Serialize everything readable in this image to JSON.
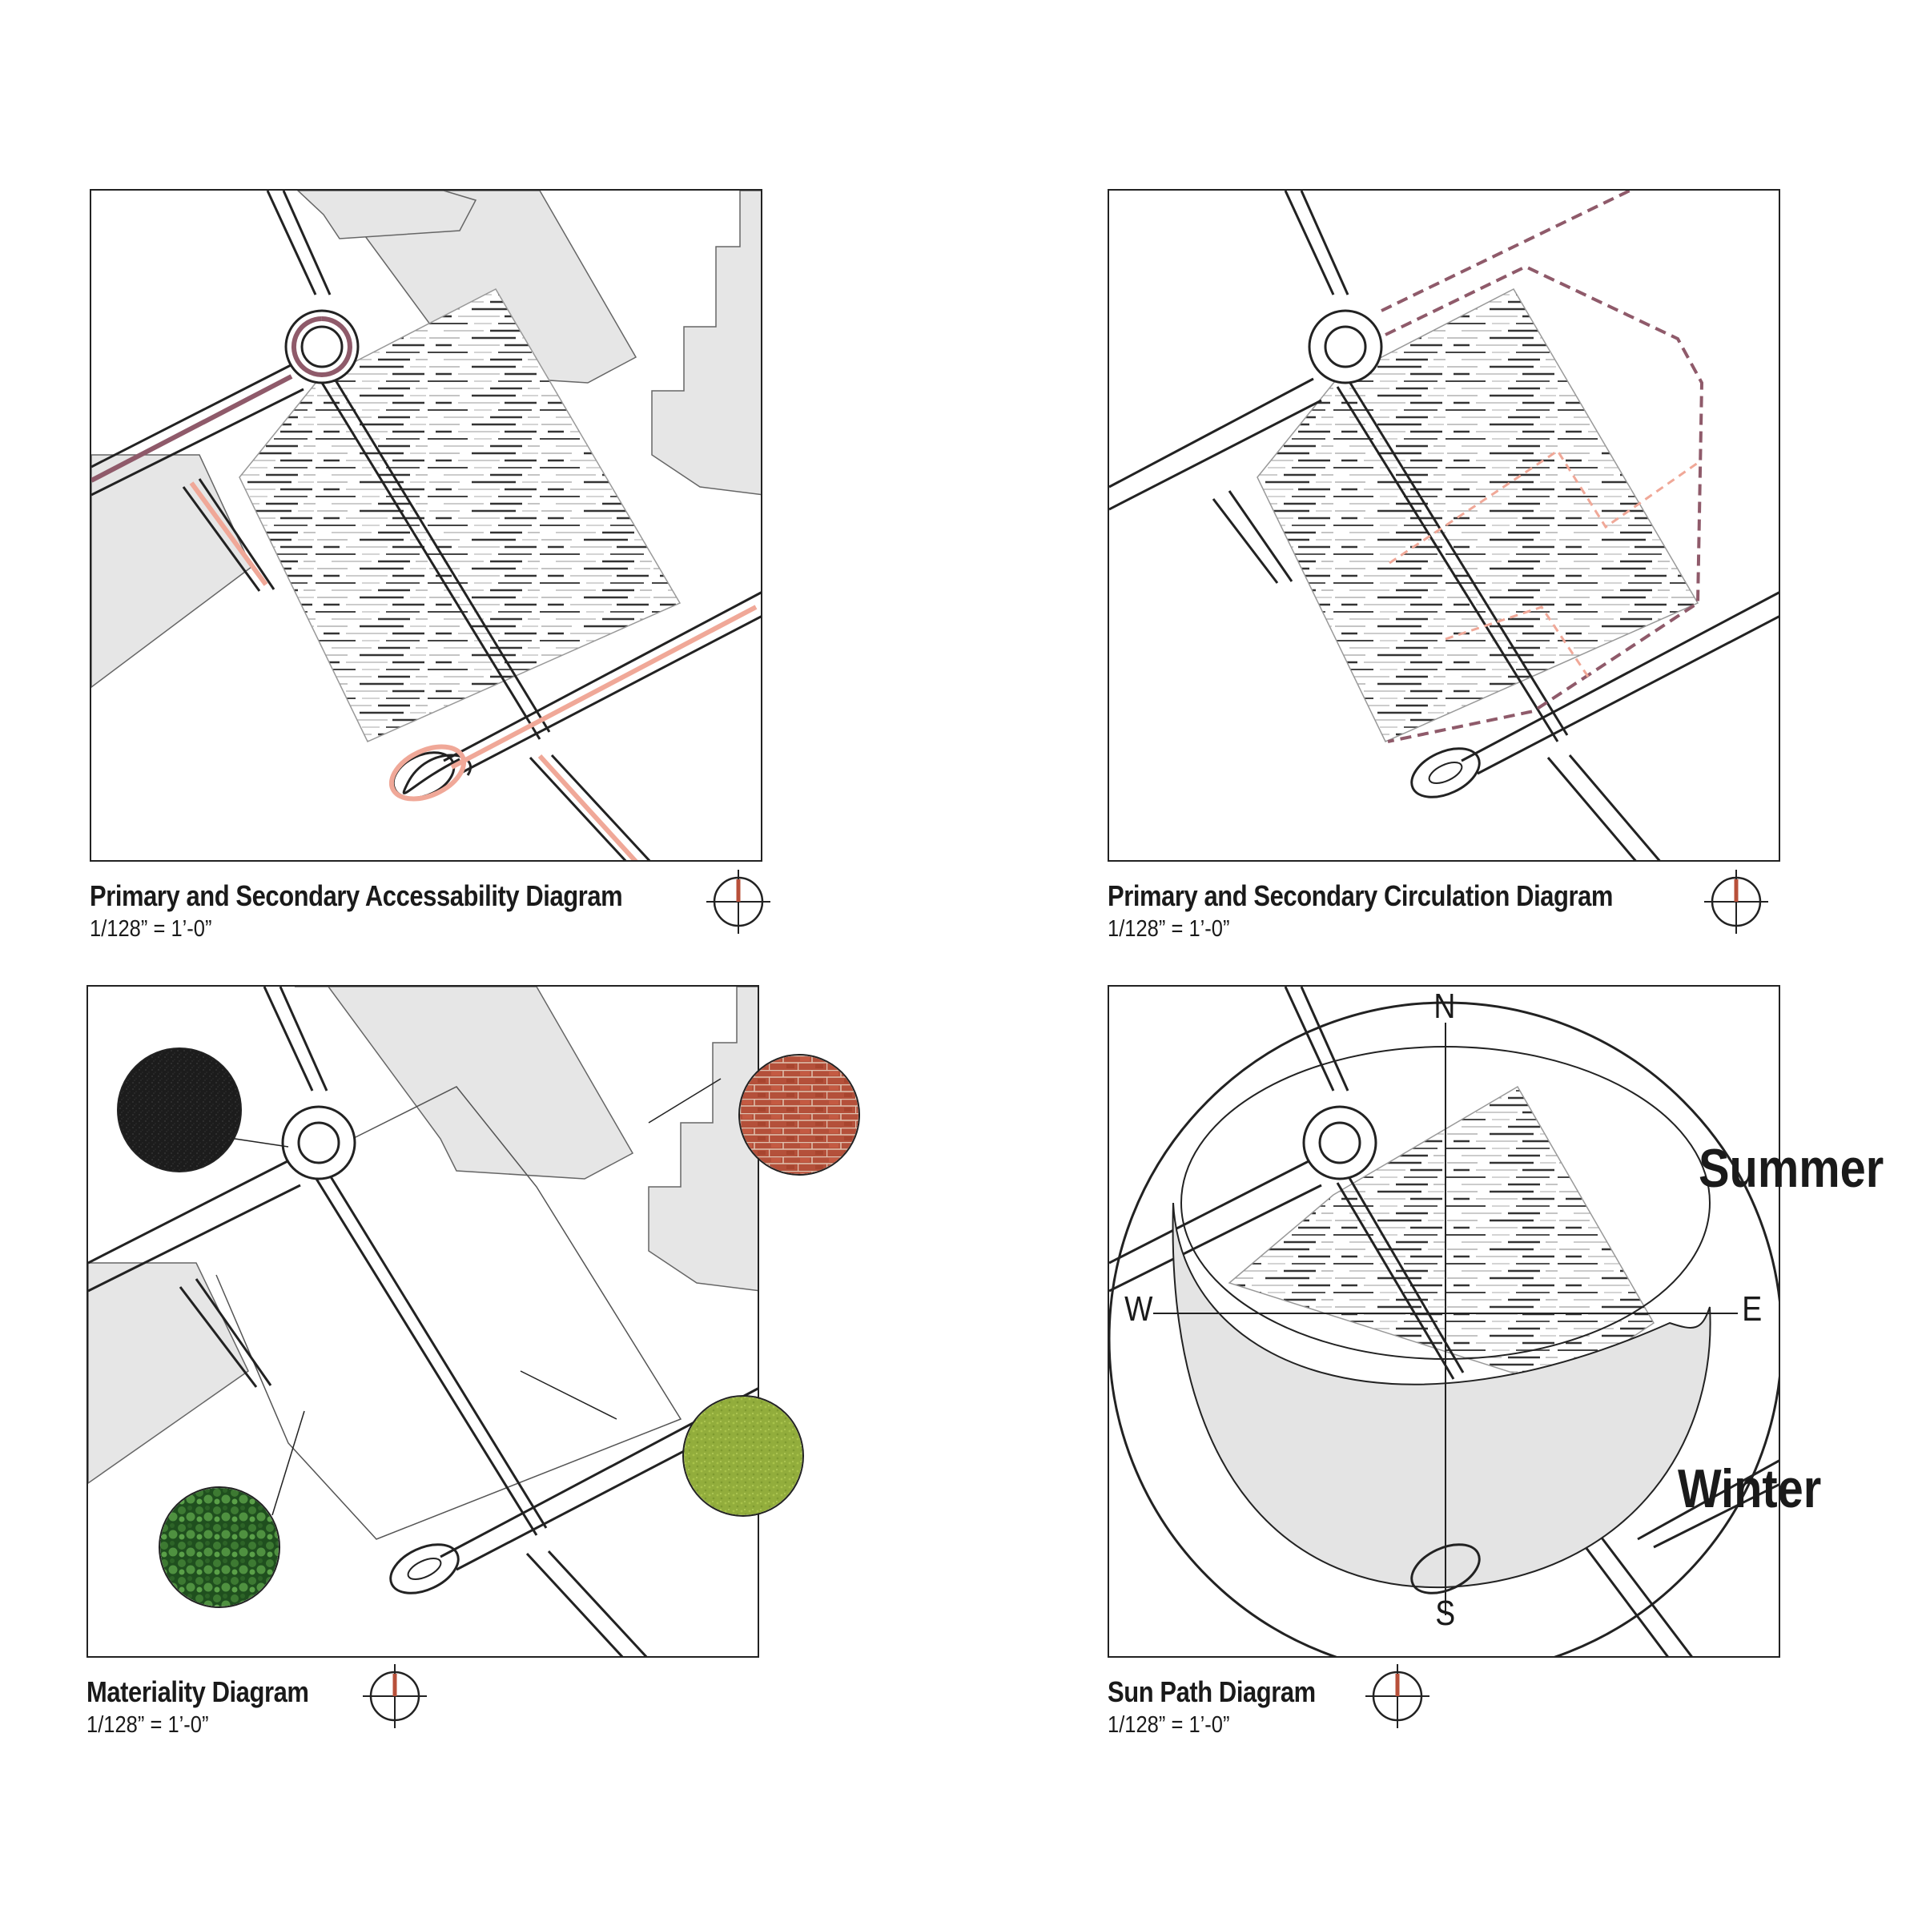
{
  "panels": [
    {
      "title": "Primary and Secondary Accessability Diagram",
      "scale": "1/128” = 1’-0”"
    },
    {
      "title": "Primary and Secondary Circulation Diagram",
      "scale": "1/128” = 1’-0”"
    },
    {
      "title": "Materiality Diagram",
      "scale": "1/128” = 1’-0”"
    },
    {
      "title": "Sun Path Diagram",
      "scale": "1/128” = 1’-0”"
    }
  ],
  "sun_path": {
    "north": "N",
    "south": "S",
    "east": "E",
    "west": "W",
    "summer": "Summer",
    "winter": "Winter"
  },
  "materials": [
    "asphalt",
    "brick",
    "grass",
    "ivy"
  ],
  "colors": {
    "primary_route": "#8f5a6a",
    "secondary_route": "#f0a898",
    "building": "#e6e6e6",
    "brick": "#b8503a",
    "grass": "#8fae3a",
    "ivy": "#2f6b2a",
    "asphalt": "#1a1a1a"
  }
}
